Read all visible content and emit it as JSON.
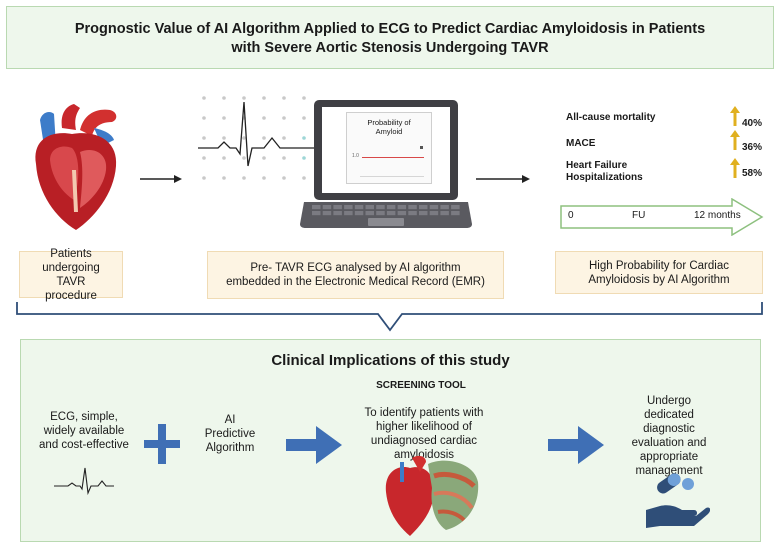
{
  "title": {
    "line1": "Prognostic Value of AI Algorithm Applied to ECG to Predict Cardiac Amyloidosis in Patients",
    "line2": "with Severe Aortic Stenosis Undergoing TAVR"
  },
  "laptop_chart": {
    "title_line1": "Probability of",
    "title_line2": "Amyloid",
    "y_tick": "1.0"
  },
  "outcomes": [
    {
      "label_line1": "All-cause mortality",
      "label_line2": "",
      "value": "40%"
    },
    {
      "label_line1": "MACE",
      "label_line2": "",
      "value": "36%"
    },
    {
      "label_line1": "Heart Failure",
      "label_line2": "Hospitalizations",
      "value": "58%"
    }
  ],
  "timeline": {
    "start": "0",
    "middle": "FU",
    "end": "12 months"
  },
  "captions": {
    "patients": "Patients undergoing TAVR procedure",
    "ecg": "Pre- TAVR ECG analysed by AI algorithm embedded in the Electronic Medical Record (EMR)",
    "probability": "High Probability for Cardiac Amyloidosis by AI Algorithm"
  },
  "clinical": {
    "title": "Clinical Implications of this study",
    "ecg_text": "ECG, simple, widely available and cost-effective",
    "ai_text": "AI Predictive Algorithm",
    "screening_title": "SCREENING TOOL",
    "screening_text": "To identify patients with higher likelihood of undiagnosed cardiac amyloidosis",
    "outcome_text": "Undergo dedicated diagnostic evaluation and appropriate management"
  },
  "colors": {
    "green_panel": "#eef7ec",
    "green_border": "#b9d9b1",
    "caption_bg": "#fdf4e3",
    "blue_arrow": "#3f6fb5",
    "up_arrow": "#e0b020",
    "heart_red": "#c8272c",
    "heart_blue": "#3d7cc9"
  }
}
